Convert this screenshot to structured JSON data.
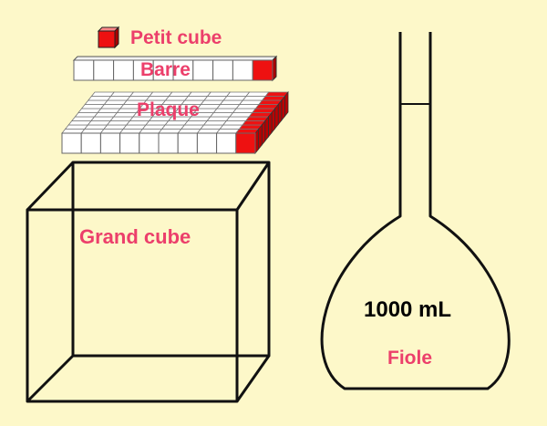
{
  "labels": {
    "petit_cube": "Petit cube",
    "barre": "Barre",
    "plaque": "Plaque",
    "grand_cube": "Grand cube",
    "volume": "1000 mL",
    "fiole": "Fiole"
  },
  "colors": {
    "background": "#fdf8c9",
    "label": "#ec3f6b",
    "highlight_cube": "#ee1111",
    "outline": "#000000"
  }
}
